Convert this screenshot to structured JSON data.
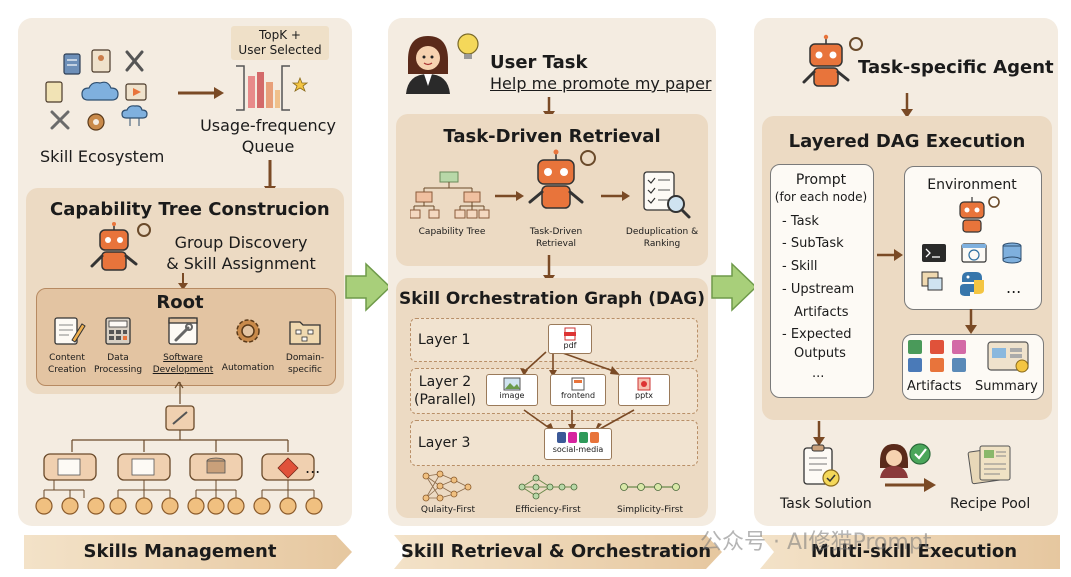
{
  "colors": {
    "panel_bg": "#f4ece1",
    "sub_bg": "#ecdac3",
    "root_bg": "#e3c4a2",
    "accent_brown": "#8b5a2b",
    "arrow_green": "#9bc86a",
    "robot_orange": "#e8743b"
  },
  "panel1": {
    "topk_label": "TopK +\nUser Selected",
    "topk_line1": "TopK +",
    "topk_line2": "User Selected",
    "queue_line1": "Usage-frequency",
    "queue_line2": "Queue",
    "ecosystem_label": "Skill Ecosystem",
    "tree_title": "Capability Tree Construcion",
    "group_line1": "Group Discovery",
    "group_line2": "& Skill Assignment",
    "root_label": "Root",
    "categories": [
      {
        "line1": "Content",
        "line2": "Creation",
        "icon": "document-pencil-icon"
      },
      {
        "line1": "Data",
        "line2": "Processing",
        "icon": "calculator-icon"
      },
      {
        "line1": "Software",
        "line2": "Development",
        "icon": "wrench-icon"
      },
      {
        "line1": "Automation",
        "line2": "",
        "icon": "gear-icon"
      },
      {
        "line1": "Domain-",
        "line2": "specific",
        "icon": "folder-tree-icon"
      }
    ],
    "ellipsis": "...",
    "banner": "Skills Management"
  },
  "panel2": {
    "user_task_title": "User Task",
    "user_task_text": "Help me promote my paper",
    "retrieval_title": "Task-Driven Retrieval",
    "retrieval_steps": [
      {
        "line1": "Capability Tree",
        "line2": ""
      },
      {
        "line1": "Task-Driven",
        "line2": "Retrieval"
      },
      {
        "line1": "Deduplication &",
        "line2": "Ranking"
      }
    ],
    "dag_title": "Skill Orchestration Graph (DAG)",
    "layers": [
      {
        "line1": "Layer 1",
        "line2": ""
      },
      {
        "line1": "Layer 2",
        "line2": "(Parallel)"
      },
      {
        "line1": "Layer 3",
        "line2": ""
      }
    ],
    "nodes": {
      "pdf": "pdf",
      "image": "image",
      "frontend": "frontend",
      "pptx": "pptx",
      "social": "social-media"
    },
    "strategies": [
      "Qulaity-First",
      "Efficiency-First",
      "Simplicity-First"
    ],
    "banner": "Skill Retrieval & Orchestration"
  },
  "panel3": {
    "agent_title": "Task-specific Agent",
    "exec_title": "Layered DAG Execution",
    "prompt_title_line1": "Prompt",
    "prompt_title_line2": "(for each node)",
    "prompt_items": [
      "- Task",
      "- SubTask",
      "- Skill",
      "- Upstream",
      "Artifacts",
      "- Expected",
      "Outputs",
      "..."
    ],
    "environment_title": "Environment",
    "env_ellipsis": "...",
    "artifacts_label": "Artifacts",
    "summary_label": "Summary",
    "task_solution": "Task Solution",
    "recipe_pool": "Recipe Pool",
    "watermark": "公众号 · AI修猫Prompt",
    "banner": "Multi-skill Execution"
  }
}
